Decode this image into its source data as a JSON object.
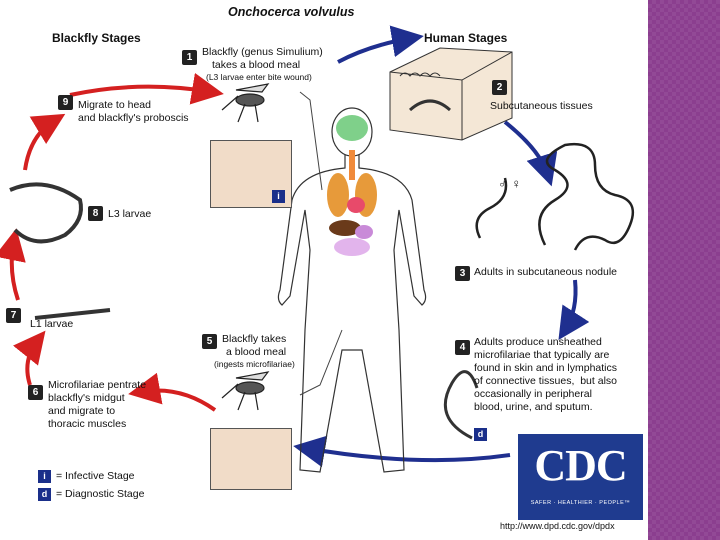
{
  "title": "Onchocerca volvulus",
  "headers": {
    "blackfly": "Blackfly Stages",
    "human": "Human Stages"
  },
  "steps": [
    {
      "num": "1",
      "line1": "Blackfly (genus Simulium)",
      "line2": "takes a blood meal",
      "note": "(L3 larvae enter bite wound)"
    },
    {
      "num": "2",
      "line1": "Subcutaneous tissues"
    },
    {
      "num": "3",
      "line1": "Adults in subcutaneous nodule"
    },
    {
      "num": "4",
      "line1": "Adults produce unsheathed",
      "line2": "microfilariae that typically are",
      "line3": "found in skin and in lymphatics",
      "line4": "of connective tissues,  but also",
      "line5": "occasionally in peripheral",
      "line6": "blood, urine, and sputum."
    },
    {
      "num": "5",
      "line1": "Blackfly takes",
      "line2": "a blood meal",
      "note": "(ingests microfilariae)"
    },
    {
      "num": "6",
      "line1": "Microfilariae pentrate",
      "line2": "blackfly's midgut",
      "line3": "and migrate to",
      "line4": "thoracic muscles"
    },
    {
      "num": "7",
      "line1": "L1 larvae"
    },
    {
      "num": "8",
      "line1": "L3 larvae"
    },
    {
      "num": "9",
      "line1": "Migrate to head",
      "line2": "and blackfly's proboscis"
    }
  ],
  "sex_symbols": "♂ ♀",
  "legend": {
    "infective": {
      "badge": "i",
      "label": "= Infective Stage"
    },
    "diagnostic": {
      "badge": "d",
      "label": "= Diagnostic Stage"
    }
  },
  "logo": {
    "letters": "CDC",
    "tagline": "SAFER · HEALTHIER · PEOPLE™"
  },
  "url": "http://www.dpd.cdc.gov/dpdx",
  "colors": {
    "accent_band": "#8b3e8f",
    "red_arrow": "#d42020",
    "blue_arrow": "#1f2f8f",
    "logo_blue": "#1f3b8f"
  }
}
